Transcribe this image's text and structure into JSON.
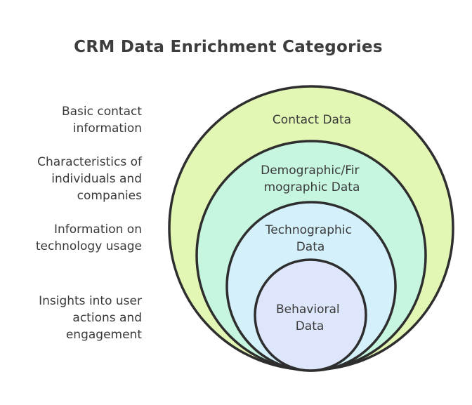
{
  "title": "CRM Data Enrichment Categories",
  "descriptions": [
    "Basic contact information",
    "Characteristics of individuals and companies",
    "Information on technology usage",
    "Insights into user actions and engagement"
  ],
  "rings": [
    {
      "label_lines": [
        "Contact Data"
      ],
      "fill": "#e3f7b4"
    },
    {
      "label_lines": [
        "Demographic/Fir",
        "mographic Data"
      ],
      "fill": "#c6f5e0"
    },
    {
      "label_lines": [
        "Technographic",
        "Data"
      ],
      "fill": "#d3f0fb"
    },
    {
      "label_lines": [
        "Behavioral",
        "Data"
      ],
      "fill": "#dde6fb"
    }
  ],
  "colors": {
    "stroke": "#2e2e2e",
    "text": "#3a3a3a"
  }
}
